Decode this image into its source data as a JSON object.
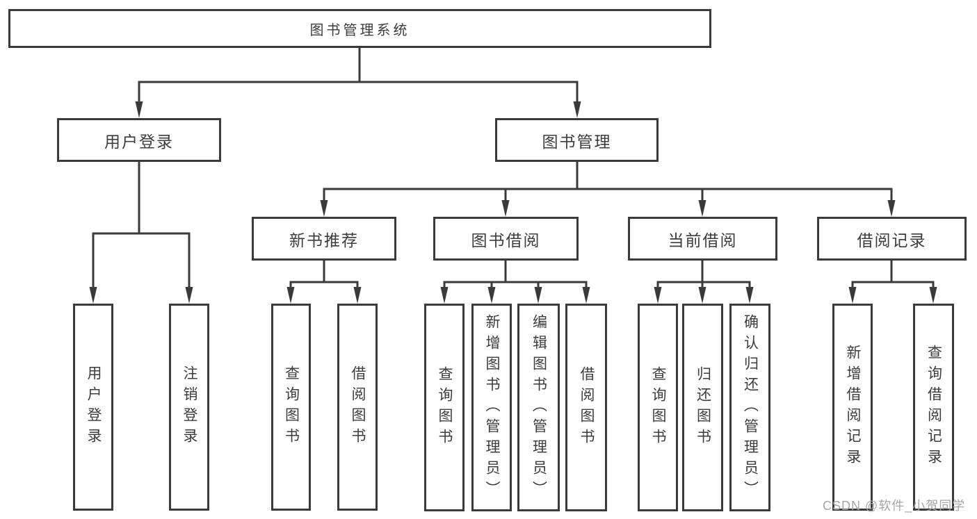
{
  "diagram": {
    "title": "图书管理系统",
    "root": {
      "label": "图书管理系统"
    },
    "branches": [
      {
        "label": "用户登录",
        "children": [
          {
            "label": "用户登录"
          },
          {
            "label": "注销登录"
          }
        ]
      },
      {
        "label": "图书管理",
        "children": [
          {
            "label": "新书推荐",
            "children": [
              {
                "label": "查询图书"
              },
              {
                "label": "借阅图书"
              }
            ]
          },
          {
            "label": "图书借阅",
            "children": [
              {
                "label": "查询图书"
              },
              {
                "label": "新增图书（管理员）"
              },
              {
                "label": "编辑图书（管理员）"
              },
              {
                "label": "借阅图书"
              }
            ]
          },
          {
            "label": "当前借阅",
            "children": [
              {
                "label": "查询图书"
              },
              {
                "label": "归还图书"
              },
              {
                "label": "确认归还（管理员）"
              }
            ]
          },
          {
            "label": "借阅记录",
            "children": [
              {
                "label": "新增借阅记录"
              },
              {
                "label": "查询借阅记录"
              }
            ]
          }
        ]
      }
    ]
  },
  "watermark": {
    "text": "CSDN @软件_小贺同学",
    "color": "#a6a6a6"
  },
  "colors": {
    "line": "#3a3a3a",
    "text": "#3c3c3c",
    "background": "#ffffff"
  }
}
